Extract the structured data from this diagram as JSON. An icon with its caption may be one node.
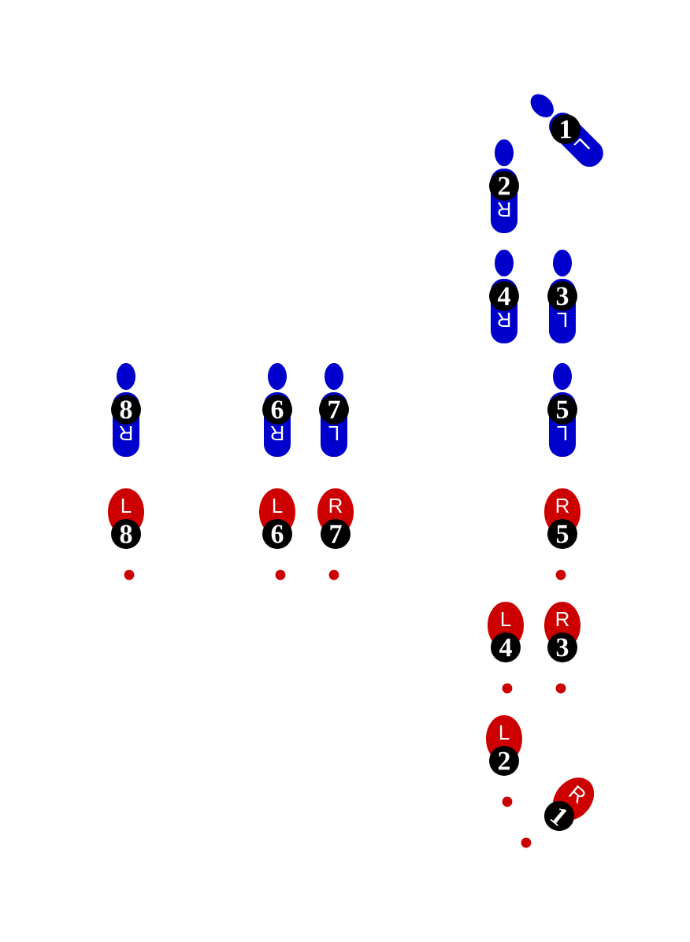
{
  "diagram": {
    "nodes": [
      {
        "text": [
          "L",
          "1"
        ]
      },
      {
        "text": [
          "R",
          "2"
        ]
      },
      {
        "text": [
          "R",
          "4"
        ]
      },
      {
        "text": [
          "L",
          "3"
        ]
      },
      {
        "text": [
          "R",
          "8"
        ]
      },
      {
        "text": [
          "R",
          "6"
        ]
      },
      {
        "text": [
          "L",
          "7"
        ]
      },
      {
        "text": [
          "L",
          "5"
        ]
      },
      {
        "text": [
          "L",
          "8"
        ]
      },
      {
        "text": [
          "L",
          "6"
        ]
      },
      {
        "text": [
          "R",
          "7"
        ]
      },
      {
        "text": [
          "R",
          "5"
        ]
      },
      {
        "text": [
          "L",
          "4"
        ]
      },
      {
        "text": [
          "R",
          "3"
        ]
      },
      {
        "text": [
          "L",
          "2"
        ]
      },
      {
        "text": [
          "R",
          "1"
        ]
      }
    ]
  }
}
